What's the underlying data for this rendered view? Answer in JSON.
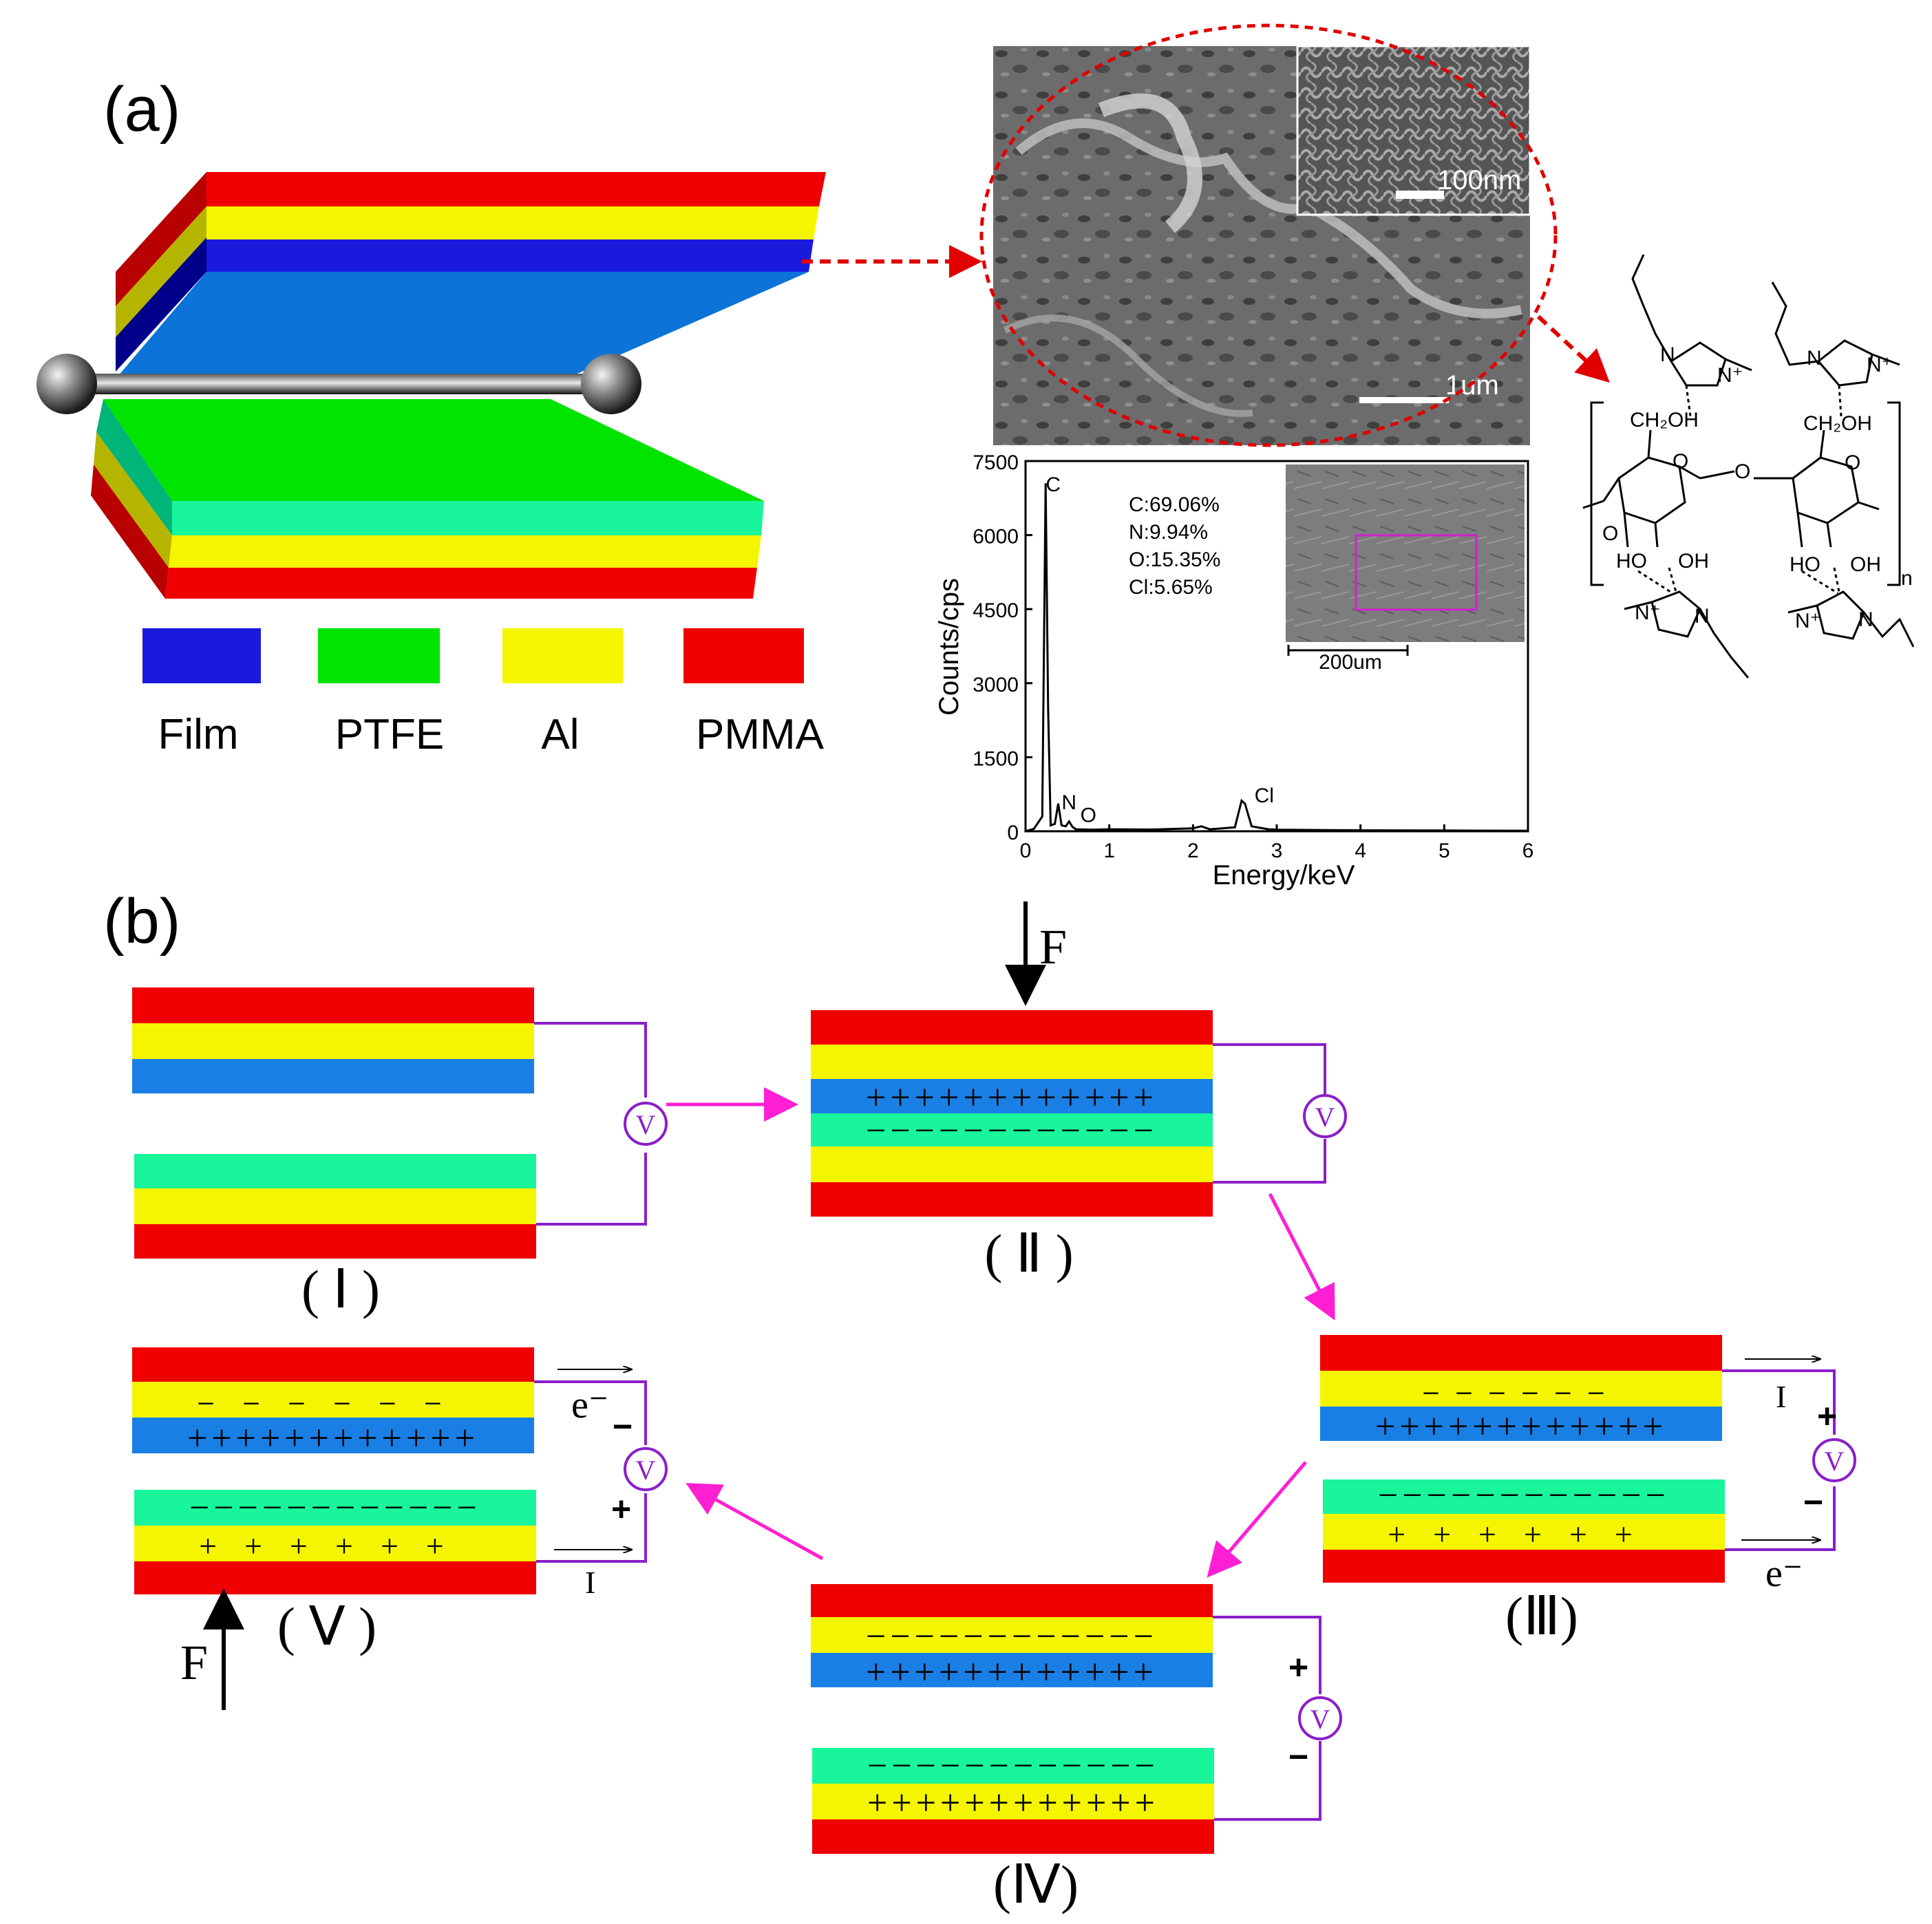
{
  "colors": {
    "film": "#1a1adc",
    "film_side": "#0a6fd6",
    "film_top": "#0c74d8",
    "ptfe": "#00e400",
    "ptfe_band": "#19f59a",
    "al": "#f5f500",
    "pmma": "#f00000",
    "wire": "#8a1fc9",
    "arrow_pink": "#ff1fd2",
    "arrow_red": "#e00000",
    "band_blue_b": "#1a7fe4"
  },
  "panel_a": {
    "label": "(a)",
    "legend": [
      "Film",
      "PTFE",
      "Al",
      "PMMA"
    ],
    "sem": {
      "scale_main": "1um",
      "scale_inset": "100nm"
    },
    "eds": {
      "ylabel": "Counts/cps",
      "xlabel": "Energy/keV",
      "yticks": [
        "0",
        "1500",
        "3000",
        "4500",
        "6000",
        "7500"
      ],
      "xticks": [
        "0",
        "1",
        "2",
        "3",
        "4",
        "5",
        "6"
      ],
      "peak_labels": [
        "C",
        "N",
        "O",
        "Cl"
      ],
      "composition": [
        "C:69.06%",
        "N:9.94%",
        "O:15.35%",
        "Cl:5.65%"
      ],
      "inset_scale": "200um"
    },
    "molecule": {
      "ch2oh": "CH₂OH",
      "oh": "OH",
      "ho": "HO",
      "o": "O",
      "n": "N",
      "nplus": "N⁺",
      "subscript_n": "n"
    }
  },
  "panel_b": {
    "label": "(b)",
    "force": "F",
    "voltmeter": "V",
    "current": "I",
    "electron": "e⁻",
    "plus": "+",
    "minus": "−",
    "stages": [
      "( Ⅰ )",
      "( Ⅱ )",
      "(Ⅲ)",
      "(Ⅳ)",
      "( Ⅴ )"
    ]
  },
  "chart_data": {
    "type": "line",
    "title": "",
    "xlabel": "Energy/keV",
    "ylabel": "Counts/cps",
    "xlim": [
      0,
      6
    ],
    "ylim": [
      0,
      7500
    ],
    "series": [
      {
        "x": [
          0.0,
          0.1,
          0.2,
          0.24,
          0.27,
          0.3,
          0.35,
          0.39,
          0.43,
          0.48,
          0.52,
          0.56,
          0.6,
          0.8,
          1.0,
          1.5,
          2.0,
          2.1,
          2.2,
          2.5,
          2.58,
          2.62,
          2.7,
          2.8,
          2.9,
          3.0,
          4.0,
          5.0,
          6.0
        ],
        "y": [
          0,
          50,
          300,
          7050,
          2500,
          120,
          150,
          560,
          120,
          100,
          200,
          90,
          40,
          30,
          40,
          35,
          60,
          100,
          40,
          80,
          620,
          560,
          100,
          70,
          40,
          30,
          20,
          15,
          10
        ]
      }
    ],
    "annotations": [
      "C:69.06%",
      "N:9.94%",
      "O:15.35%",
      "Cl:5.65%"
    ]
  }
}
